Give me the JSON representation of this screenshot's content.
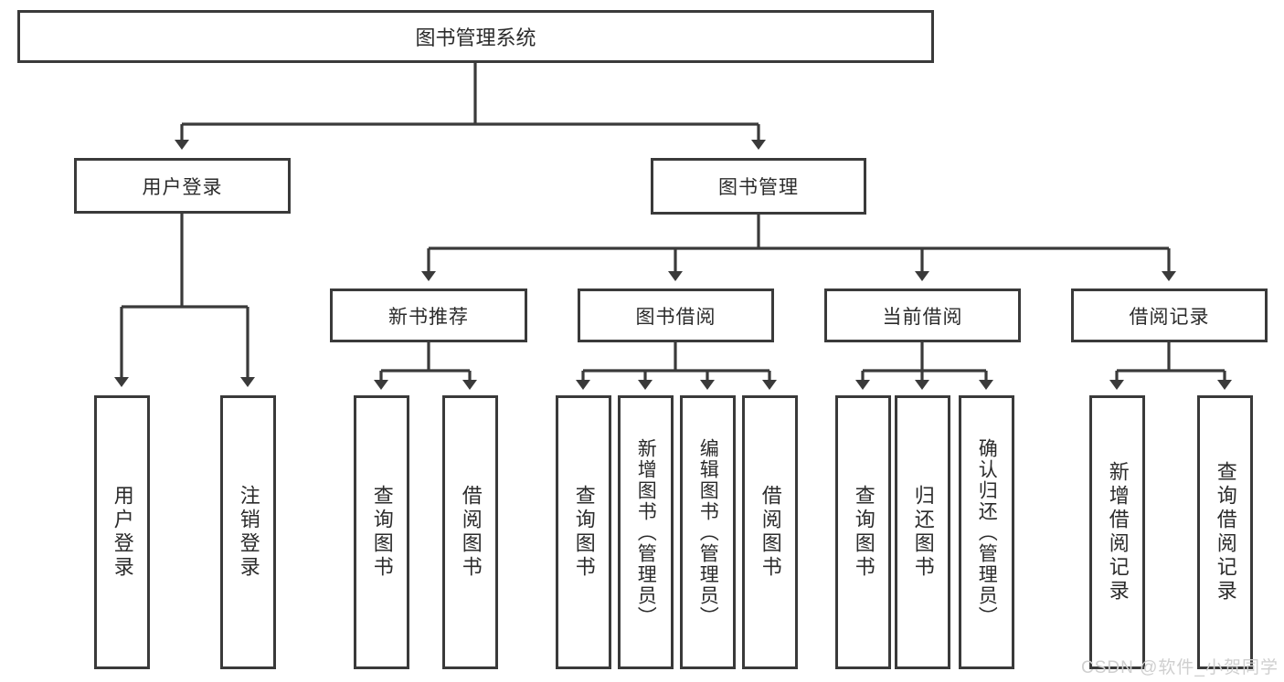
{
  "diagram": {
    "title": "图书管理系统",
    "type": "hierarchy-tree",
    "root": {
      "label": "图书管理系统"
    },
    "level2": [
      {
        "label": "用户登录"
      },
      {
        "label": "图书管理"
      }
    ],
    "level3": [
      {
        "label": "新书推荐",
        "parent": "图书管理"
      },
      {
        "label": "图书借阅",
        "parent": "图书管理"
      },
      {
        "label": "当前借阅",
        "parent": "图书管理"
      },
      {
        "label": "借阅记录",
        "parent": "图书管理"
      }
    ],
    "leaves": {
      "user_login": [
        {
          "label": "用户登录"
        },
        {
          "label": "注销登录"
        }
      ],
      "new_book_recommend": [
        {
          "label": "查询图书"
        },
        {
          "label": "借阅图书"
        }
      ],
      "book_borrow": [
        {
          "label": "查询图书"
        },
        {
          "label": "新增图书（管理员）"
        },
        {
          "label": "编辑图书（管理员）"
        },
        {
          "label": "借阅图书"
        }
      ],
      "current_borrow": [
        {
          "label": "查询图书"
        },
        {
          "label": "归还图书"
        },
        {
          "label": "确认归还（管理员）"
        }
      ],
      "borrow_record": [
        {
          "label": "新增借阅记录"
        },
        {
          "label": "查询借阅记录"
        }
      ]
    }
  },
  "watermark": {
    "text": "CSDN @软件_小贺同学"
  },
  "colors": {
    "border": "#3a3a3a",
    "background": "#ffffff",
    "text": "#2b2b2b",
    "watermark": "#cfcfcf"
  }
}
